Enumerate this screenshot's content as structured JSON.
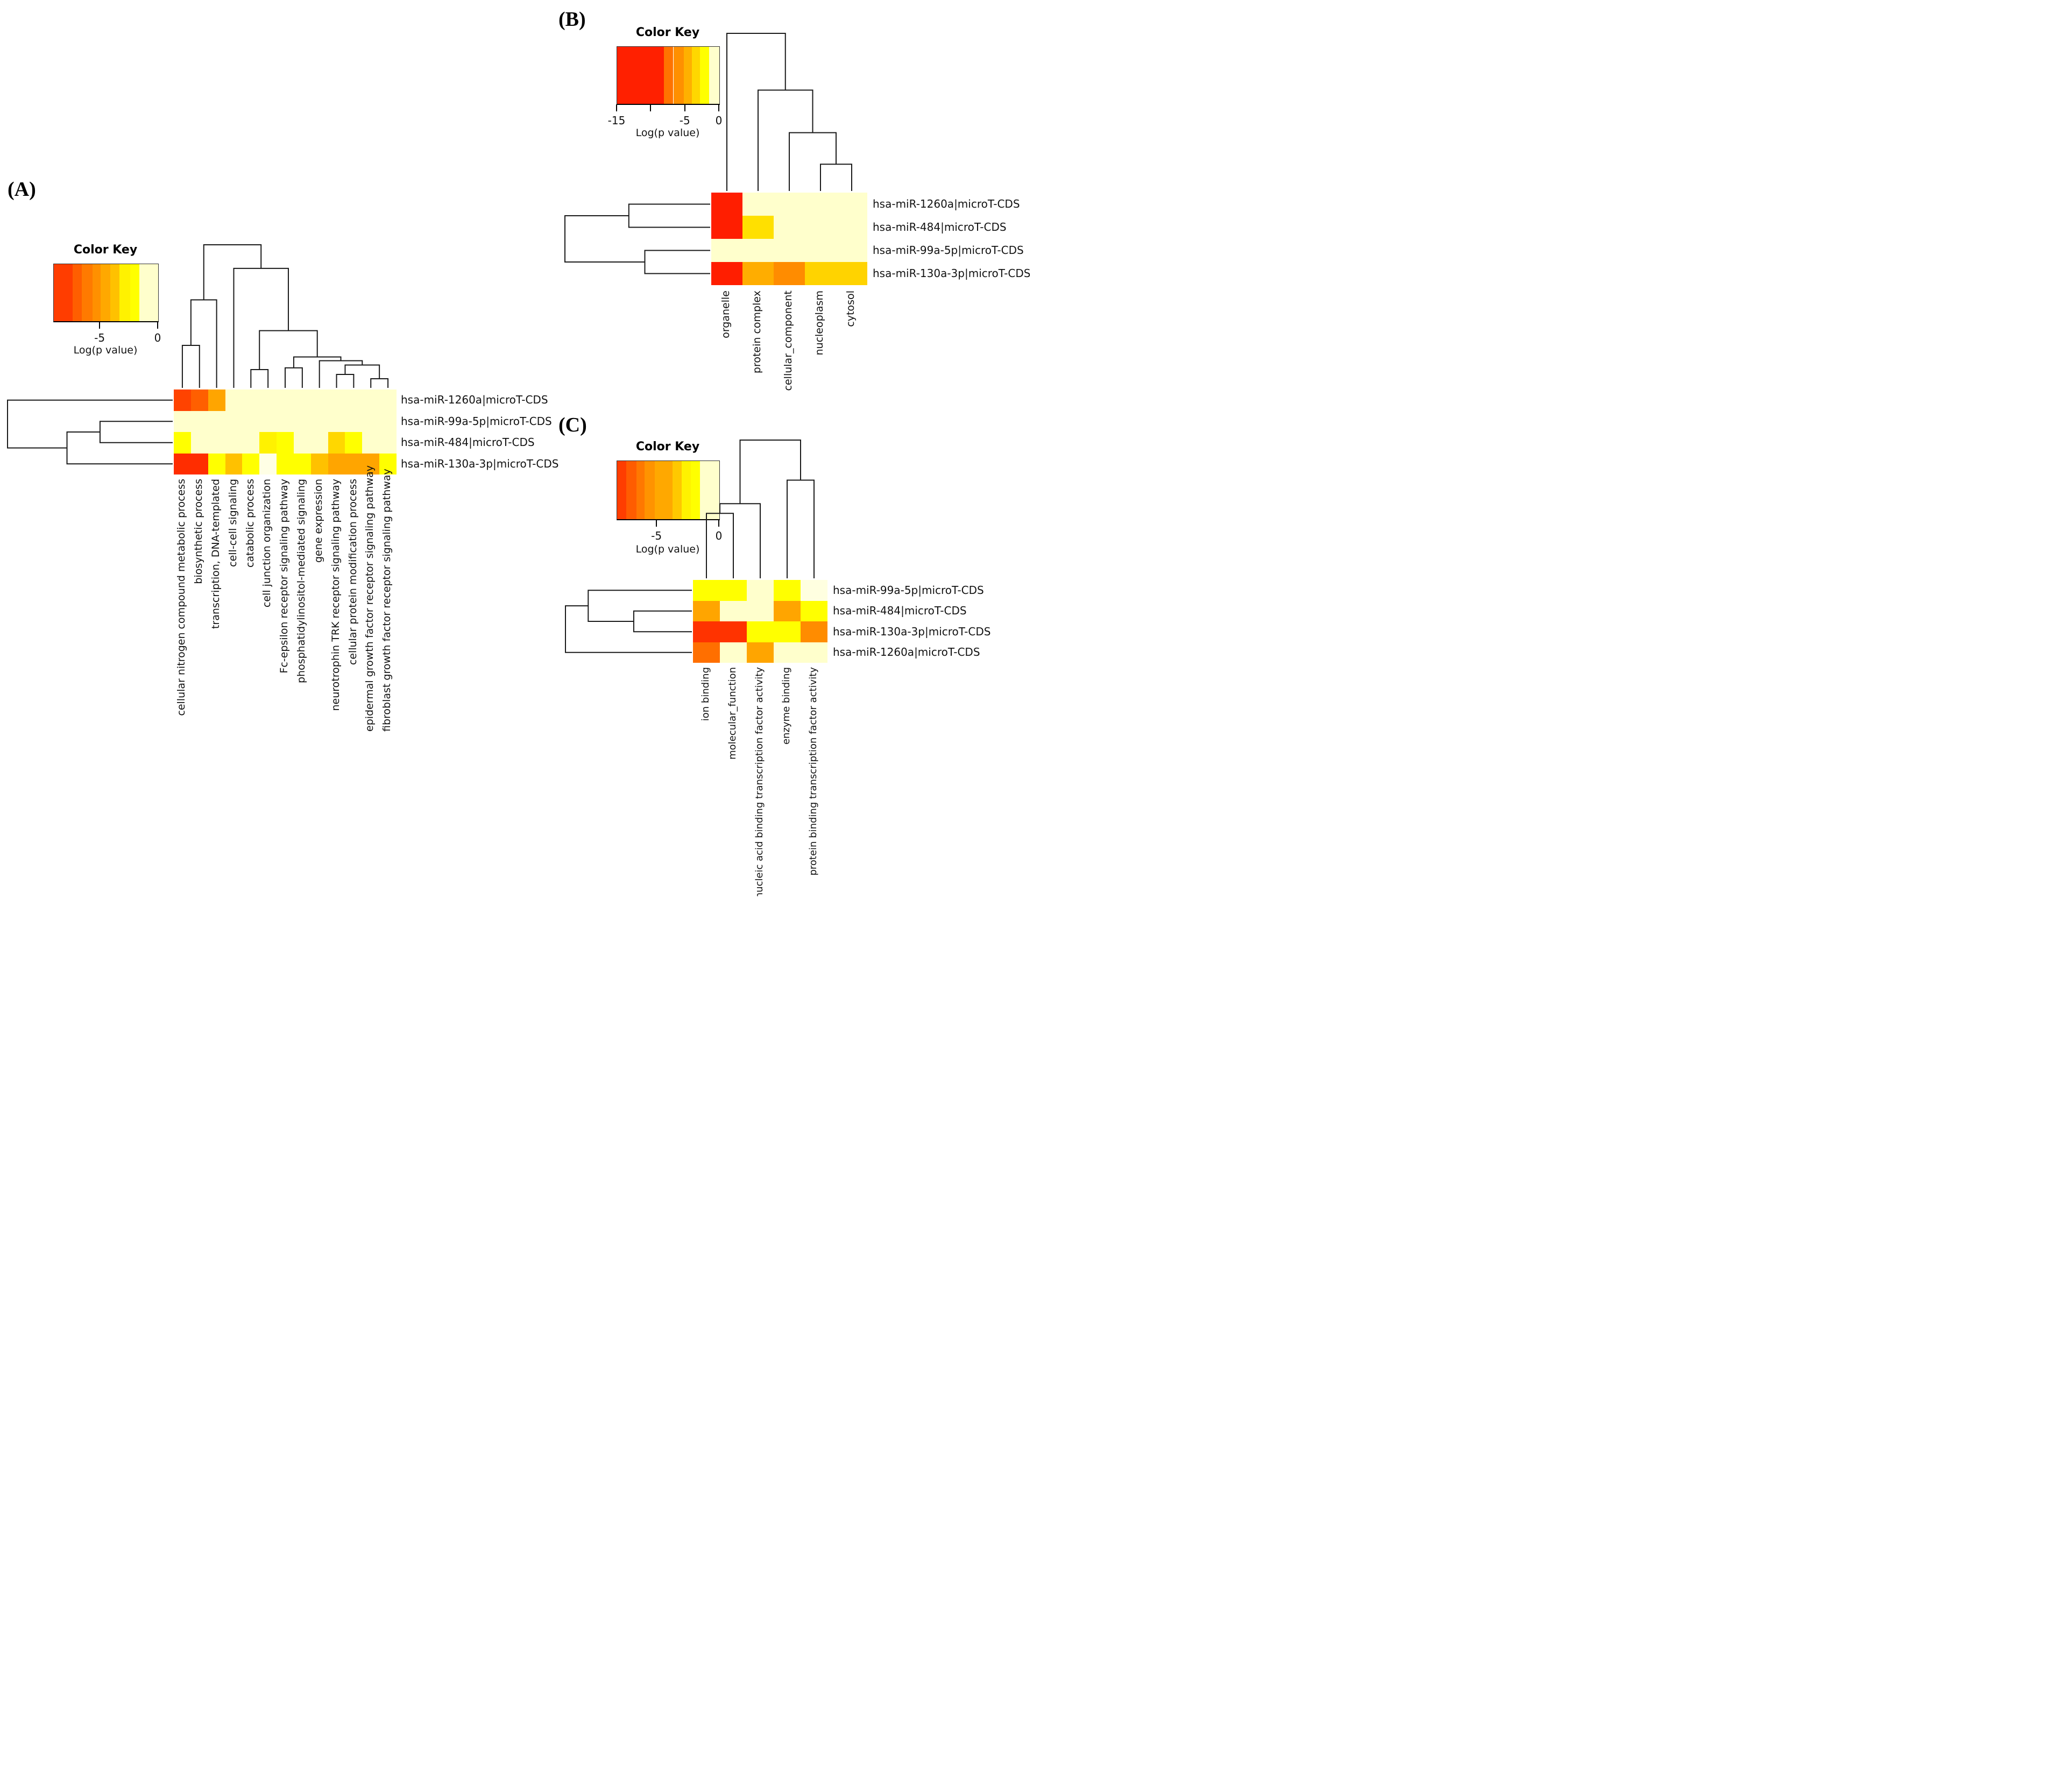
{
  "chart_data": [
    {
      "type": "heatmap",
      "panel_label": "(A)",
      "color_key": {
        "title": "Color Key",
        "axis_label": "Log(p value)",
        "domain": [
          -9,
          0
        ],
        "ticks": [
          {
            "label": "-5",
            "fraction": 0.444
          },
          {
            "label": "0",
            "fraction": 1.0
          }
        ],
        "bands": [
          {
            "from": 0.0,
            "to": 0.18,
            "color": "#FF3D00"
          },
          {
            "from": 0.18,
            "to": 0.27,
            "color": "#FF5E00"
          },
          {
            "from": 0.27,
            "to": 0.37,
            "color": "#FF7A00"
          },
          {
            "from": 0.37,
            "to": 0.45,
            "color": "#FF9000"
          },
          {
            "from": 0.45,
            "to": 0.54,
            "color": "#FFA800"
          },
          {
            "from": 0.54,
            "to": 0.63,
            "color": "#FFC100"
          },
          {
            "from": 0.63,
            "to": 0.73,
            "color": "#FFF200"
          },
          {
            "from": 0.73,
            "to": 0.82,
            "color": "#FFFF00"
          },
          {
            "from": 0.82,
            "to": 1.0,
            "color": "#FFFFCC"
          }
        ]
      },
      "rows": [
        "hsa-miR-1260a|microT-CDS",
        "hsa-miR-99a-5p|microT-CDS",
        "hsa-miR-484|microT-CDS",
        "hsa-miR-130a-3p|microT-CDS"
      ],
      "columns": [
        "cellular nitrogen compound metabolic process",
        "biosynthetic process",
        "transcription, DNA-templated",
        "cell-cell signaling",
        "catabolic process",
        "cell junction organization",
        "Fc-epsilon receptor signaling pathway",
        "phosphatidylinositol-mediated signaling",
        "gene expression",
        "neurotrophin TRK receptor signaling pathway",
        "cellular protein modification process",
        "epidermal growth factor receptor signaling pathway",
        "fibroblast growth factor receptor signaling pathway"
      ],
      "values_log_p": [
        [
          -8.1,
          -7.1,
          -4.5,
          -0.5,
          -0.5,
          -0.5,
          -0.5,
          -0.5,
          -0.5,
          -0.5,
          -0.5,
          -0.5,
          -0.5
        ],
        [
          -0.5,
          -0.5,
          -0.5,
          -0.5,
          -0.5,
          -0.5,
          -0.5,
          -0.5,
          -0.5,
          -0.5,
          -0.5,
          -0.5,
          -0.5
        ],
        [
          -2.3,
          -0.5,
          -0.5,
          -0.5,
          -0.5,
          -2.9,
          -2.3,
          -0.5,
          -0.5,
          -3.4,
          -2.3,
          -0.5,
          -0.5
        ],
        [
          -8.6,
          -8.6,
          -2.3,
          -3.8,
          -2.3,
          -0.2,
          -2.3,
          -2.3,
          -3.8,
          -4.5,
          -4.5,
          -4.5,
          -2.3
        ]
      ],
      "cell_colors": [
        [
          "#FF4300",
          "#FF5F00",
          "#FFA500",
          "#FFFFCC",
          "#FFFFCC",
          "#FFFFCC",
          "#FFFFCC",
          "#FFFFCC",
          "#FFFFCC",
          "#FFFFCC",
          "#FFFFCC",
          "#FFFFCC",
          "#FFFFCC"
        ],
        [
          "#FFFFCC",
          "#FFFFCC",
          "#FFFFCC",
          "#FFFFCC",
          "#FFFFCC",
          "#FFFFCC",
          "#FFFFCC",
          "#FFFFCC",
          "#FFFFCC",
          "#FFFFCC",
          "#FFFFCC",
          "#FFFFCC",
          "#FFFFCC"
        ],
        [
          "#FFFF00",
          "#FFFFCC",
          "#FFFFCC",
          "#FFFFCC",
          "#FFFFCC",
          "#FFF200",
          "#FFFF00",
          "#FFFFCC",
          "#FFFFCC",
          "#FFD700",
          "#FFFF00",
          "#FFFFCC",
          "#FFFFCC"
        ],
        [
          "#FF2D00",
          "#FF2D00",
          "#FFFF00",
          "#FFC100",
          "#FFFF00",
          "#FFFFE5",
          "#FFFF00",
          "#FFFF00",
          "#FFC100",
          "#FFA500",
          "#FFA500",
          "#FFA500",
          "#FFFF00"
        ]
      ],
      "row_dendrogram": {
        "h": 1.0,
        "children": [
          0,
          {
            "h": 0.64,
            "children": [
              {
                "h": 0.44,
                "children": [
                  1,
                  2
                ]
              },
              3
            ]
          }
        ]
      },
      "col_dendrogram": {
        "h": 1.0,
        "children": [
          {
            "h": 0.615,
            "children": [
              {
                "h": 0.297,
                "children": [
                  0,
                  1
                ]
              },
              2
            ]
          },
          {
            "h": 0.835,
            "children": [
              3,
              {
                "h": 0.4,
                "children": [
                  {
                    "h": 0.128,
                    "children": [
                      4,
                      5
                    ]
                  },
                  {
                    "h": 0.216,
                    "children": [
                      {
                        "h": 0.14,
                        "children": [
                          6,
                          7
                        ]
                      },
                      {
                        "h": 0.19,
                        "children": [
                          8,
                          {
                            "h": 0.16,
                            "children": [
                              {
                                "h": 0.094,
                                "children": [
                                  9,
                                  10
                                ]
                              },
                              {
                                "h": 0.064,
                                "children": [
                                  11,
                                  12
                                ]
                              }
                            ]
                          }
                        ]
                      }
                    ]
                  }
                ]
              }
            ]
          }
        ]
      }
    },
    {
      "type": "heatmap",
      "panel_label": "(B)",
      "color_key": {
        "title": "Color Key",
        "axis_label": "Log(p value)",
        "domain": [
          -15,
          0
        ],
        "ticks": [
          {
            "label": "-15",
            "fraction": 0.0
          },
          {
            "label": "",
            "fraction": 0.333
          },
          {
            "label": "-5",
            "fraction": 0.667
          },
          {
            "label": "0",
            "fraction": 1.0
          }
        ],
        "bands": [
          {
            "from": 0.0,
            "to": 0.46,
            "color": "#FF2000"
          },
          {
            "from": 0.46,
            "to": 0.55,
            "color": "#FF7300"
          },
          {
            "from": 0.55,
            "to": 0.65,
            "color": "#FF9000"
          },
          {
            "from": 0.65,
            "to": 0.73,
            "color": "#FFB000"
          },
          {
            "from": 0.73,
            "to": 0.81,
            "color": "#FFD700"
          },
          {
            "from": 0.81,
            "to": 0.9,
            "color": "#FFFF00"
          },
          {
            "from": 0.9,
            "to": 1.0,
            "color": "#FFFFCC"
          }
        ]
      },
      "rows": [
        "hsa-miR-1260a|microT-CDS",
        "hsa-miR-484|microT-CDS",
        "hsa-miR-99a-5p|microT-CDS",
        "hsa-miR-130a-3p|microT-CDS"
      ],
      "columns": [
        "organelle",
        "protein complex",
        "cellular_component",
        "nucleoplasm",
        "cytosol"
      ],
      "values_log_p": [
        [
          -11.5,
          -0.8,
          -0.8,
          -0.8,
          -0.8
        ],
        [
          -11.5,
          -3.5,
          -0.8,
          -0.8,
          -0.8
        ],
        [
          -0.8,
          -0.8,
          -0.8,
          -0.8,
          -0.8
        ],
        [
          -12.0,
          -5.5,
          -6.5,
          -4.0,
          -4.0
        ]
      ],
      "cell_colors": [
        [
          "#FF1E00",
          "#FFFFCC",
          "#FFFFCC",
          "#FFFFCC",
          "#FFFFCC"
        ],
        [
          "#FF1E00",
          "#FFE000",
          "#FFFFCC",
          "#FFFFCC",
          "#FFFFCC"
        ],
        [
          "#FFFFCC",
          "#FFFFCC",
          "#FFFFCC",
          "#FFFFCC",
          "#FFFFCC"
        ],
        [
          "#FF1E00",
          "#FFAD00",
          "#FF8C00",
          "#FFD300",
          "#FFD300"
        ]
      ],
      "row_dendrogram": {
        "h": 1.0,
        "children": [
          {
            "h": 0.56,
            "children": [
              0,
              1
            ]
          },
          {
            "h": 0.45,
            "children": [
              2,
              3
            ]
          }
        ]
      },
      "col_dendrogram": {
        "h": 1.0,
        "children": [
          0,
          {
            "h": 0.64,
            "children": [
              1,
              {
                "h": 0.37,
                "children": [
                  2,
                  {
                    "h": 0.17,
                    "children": [
                      3,
                      4
                    ]
                  }
                ]
              }
            ]
          }
        ]
      }
    },
    {
      "type": "heatmap",
      "panel_label": "(C)",
      "color_key": {
        "title": "Color Key",
        "axis_label": "Log(p value)",
        "domain": [
          -8,
          0
        ],
        "ticks": [
          {
            "label": "-5",
            "fraction": 0.39
          },
          {
            "label": "0",
            "fraction": 1.0
          }
        ],
        "bands": [
          {
            "from": 0.0,
            "to": 0.09,
            "color": "#FF3D00"
          },
          {
            "from": 0.09,
            "to": 0.19,
            "color": "#FF5C00"
          },
          {
            "from": 0.19,
            "to": 0.27,
            "color": "#FF7800"
          },
          {
            "from": 0.27,
            "to": 0.37,
            "color": "#FF9300"
          },
          {
            "from": 0.37,
            "to": 0.54,
            "color": "#FFA800"
          },
          {
            "from": 0.54,
            "to": 0.63,
            "color": "#FFC800"
          },
          {
            "from": 0.63,
            "to": 0.72,
            "color": "#FFF200"
          },
          {
            "from": 0.72,
            "to": 0.81,
            "color": "#FFFF00"
          },
          {
            "from": 0.81,
            "to": 1.0,
            "color": "#FFFFCC"
          }
        ]
      },
      "rows": [
        "hsa-miR-99a-5p|microT-CDS",
        "hsa-miR-484|microT-CDS",
        "hsa-miR-130a-3p|microT-CDS",
        "hsa-miR-1260a|microT-CDS"
      ],
      "columns": [
        "ion binding",
        "molecular_function",
        "nucleic acid binding transcription factor activity",
        "enzyme binding",
        "protein binding transcription factor activity"
      ],
      "values_log_p": [
        [
          -2.2,
          -2.2,
          -0.6,
          -2.2,
          -0.4
        ],
        [
          -4.3,
          -0.6,
          -0.6,
          -4.3,
          -2.3
        ],
        [
          -7.6,
          -7.6,
          -2.3,
          -2.3,
          -5.2
        ],
        [
          -6.2,
          -0.6,
          -4.4,
          -0.6,
          -0.6
        ]
      ],
      "cell_colors": [
        [
          "#FFFF00",
          "#FFFF00",
          "#FFFFCC",
          "#FFFF00",
          "#FFFFE0"
        ],
        [
          "#FFA500",
          "#FFFFCC",
          "#FFFFCC",
          "#FFA500",
          "#FFFF00"
        ],
        [
          "#FF3300",
          "#FF3300",
          "#FFFF00",
          "#FFFF00",
          "#FF8C00"
        ],
        [
          "#FF6F00",
          "#FFFFCC",
          "#FFA500",
          "#FFFFCC",
          "#FFFFCC"
        ]
      ],
      "row_dendrogram": {
        "h": 1.0,
        "children": [
          {
            "h": 0.82,
            "children": [
              0,
              {
                "h": 0.46,
                "children": [
                  1,
                  2
                ]
              }
            ]
          },
          3
        ]
      },
      "col_dendrogram": {
        "h": 1.0,
        "children": [
          {
            "h": 0.54,
            "children": [
              {
                "h": 0.47,
                "children": [
                  0,
                  1
                ]
              },
              2
            ]
          },
          {
            "h": 0.71,
            "children": [
              3,
              4
            ]
          }
        ]
      }
    }
  ],
  "styles": {
    "dendrogram_line_color": "#1a1a1a",
    "heatmap_pale_background": "#FFFFCC",
    "text_color": "#111111"
  }
}
